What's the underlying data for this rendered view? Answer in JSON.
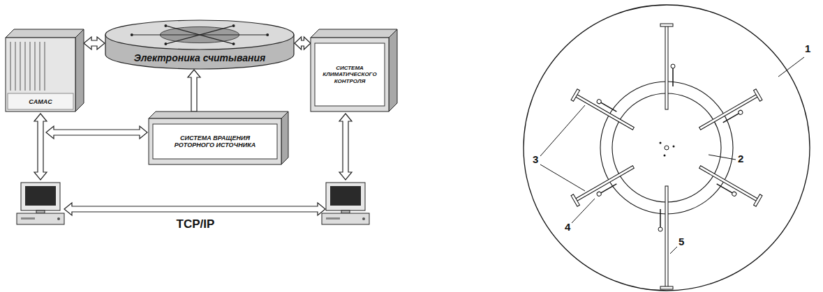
{
  "diagram": {
    "nodes": [
      {
        "text": [
          "Электроника считывания"
        ]
      },
      {
        "text": [
          "CAMAC"
        ]
      },
      {
        "text": [
          "СИСТЕМА КЛИМАТИЧЕСКОГО КОНТРОЛЯ"
        ]
      },
      {
        "text": [
          "СИСТЕМА ВРАЩЕНИЯ РОТОРНОГО ИСТОЧНИКА"
        ]
      }
    ],
    "edges": [
      {
        "from": 1,
        "to": 0,
        "arrow": "both"
      },
      {
        "from": 0,
        "to": 2,
        "arrow": "both"
      },
      {
        "from": 3,
        "to": 0,
        "arrow": "to"
      }
    ],
    "labels": [
      "TCP/IP",
      "1",
      "2",
      "3",
      "4",
      "5"
    ]
  }
}
